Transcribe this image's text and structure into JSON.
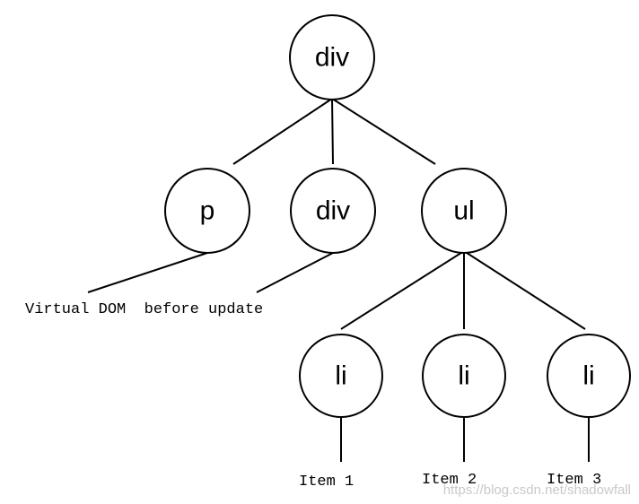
{
  "nodes": {
    "root": "div",
    "p": "p",
    "div_child": "div",
    "ul": "ul",
    "li_1": "li",
    "li_2": "li",
    "li_3": "li"
  },
  "caption": "Virtual DOM  before update",
  "items": [
    "Item 1",
    "Item 2",
    "Item 3"
  ],
  "watermark": "https://blog.csdn.net/shadowfall"
}
